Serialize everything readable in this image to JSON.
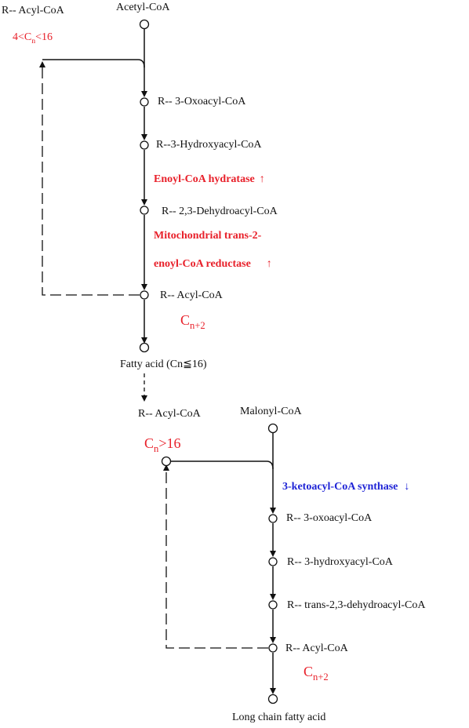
{
  "labels": {
    "acyl_top": "R-- Acyl-CoA",
    "acetyl": "Acetyl-CoA",
    "oxo1": "R-- 3-Oxoacyl-CoA",
    "hydroxy1": "R--3-Hydroxyacyl-CoA",
    "dehydro1": "R-- 2,3-Dehydroacyl-CoA",
    "acyl1": "R-- Acyl-CoA",
    "fatty": "Fatty acid  (Cn≦16)",
    "acyl_mid": "R-- Acyl-CoA",
    "malonyl": "Malonyl-CoA",
    "oxo2": "R-- 3-oxoacyl-CoA",
    "hydroxy2": "R-- 3-hydroxyacyl-CoA",
    "trans2": "R-- trans-2,3-dehydroacyl-CoA",
    "acyl2": "R-- Acyl-CoA",
    "long": "Long chain fatty acid"
  },
  "conditions": {
    "top_a": "4<C",
    "top_sub": "n",
    "top_b": "<16",
    "mid_a": "C",
    "mid_sub": "n",
    "mid_b": ">16",
    "cn2_a": "C",
    "cn2_sub": "n+2",
    "cn2b_a": "C",
    "cn2b_sub": "n+2"
  },
  "enzymes": {
    "hydratase": "Enoyl-CoA hydratase",
    "hydratase_arrow": "↑",
    "reductase_1": "Mitochondrial trans-2-",
    "reductase_2": "enoyl-CoA reductase",
    "reductase_arrow": "↑",
    "synthase": "3-ketoacyl-CoA synthase",
    "synthase_arrow": "↓"
  },
  "colors": {
    "upregulated": "#e8202a",
    "downregulated": "#1f24d6",
    "line": "#111111"
  }
}
